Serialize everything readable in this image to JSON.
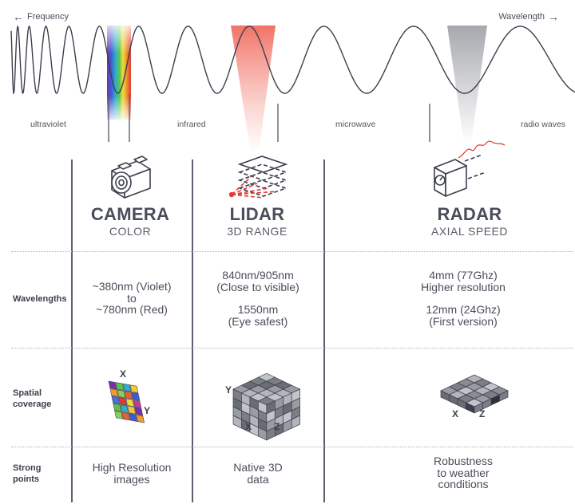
{
  "spectrum": {
    "left_label": "Frequency",
    "right_label": "Wavelength",
    "bands": [
      "ultraviolet",
      "infrared",
      "microwave",
      "radio waves"
    ]
  },
  "sensors": [
    {
      "title": "CAMERA",
      "subtitle": "COLOR"
    },
    {
      "title": "LIDAR",
      "subtitle": "3D RANGE"
    },
    {
      "title": "RADAR",
      "subtitle": "AXIAL SPEED"
    }
  ],
  "rows": [
    {
      "label": "Wavelengths",
      "cells": [
        [
          "~380nm (Violet)",
          "to",
          "~780nm (Red)"
        ],
        [
          "840nm/905nm",
          "(Close to visible)",
          "",
          "1550nm",
          "(Eye safest)"
        ],
        [
          "4mm (77Ghz)",
          "Higher resolution",
          "",
          "12mm (24Ghz)",
          "(First version)"
        ]
      ]
    },
    {
      "label": "Spatial coverage",
      "axes": {
        "camera": [
          "X",
          "Y"
        ],
        "lidar": [
          "Y",
          "X",
          "Z"
        ],
        "radar": [
          "X",
          "Z"
        ]
      }
    },
    {
      "label": "Strong points",
      "cells": [
        [
          "High Resolution",
          "images"
        ],
        [
          "Native 3D",
          "data"
        ],
        [
          "Robustness",
          "to weather",
          "conditions"
        ]
      ]
    }
  ],
  "colors": {
    "text": "#4a4d5a",
    "lidar_red": "#e8453c",
    "radar_gray": "#8a8c93",
    "grid": "#aeb1b8"
  }
}
